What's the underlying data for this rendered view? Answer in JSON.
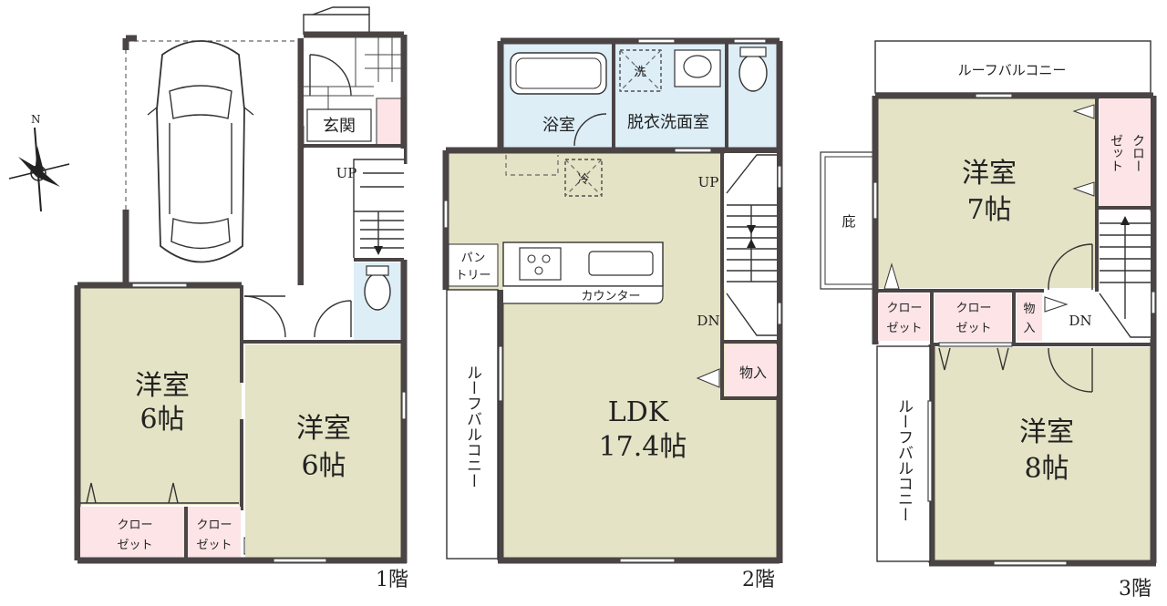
{
  "floor1": {
    "label": "1階",
    "genkan": "玄関",
    "up": "UP",
    "room_a_name": "洋室",
    "room_a_size": "6帖",
    "room_b_name": "洋室",
    "room_b_size": "6帖",
    "closet_a_line1": "クロー",
    "closet_a_line2": "ゼット",
    "closet_b_line1": "クロー",
    "closet_b_line2": "ゼット"
  },
  "floor2": {
    "label": "2階",
    "bath": "浴室",
    "washroom": "脱衣洗面室",
    "washer_mark": "洗",
    "fridge_mark": "冷",
    "pantry_line1": "パン",
    "pantry_line2": "トリー",
    "counter": "カウンター",
    "up": "UP",
    "dn": "DN",
    "storage": "物入",
    "ldk_name": "LDK",
    "ldk_size": "17.4帖",
    "roof_balcony": "ルーフバルコニー"
  },
  "floor3": {
    "label": "3階",
    "roof_balcony_top": "ルーフバルコニー",
    "eave": "庇",
    "room_a_name": "洋室",
    "room_a_size": "7帖",
    "closet_tall_line1": "クロー",
    "closet_tall_line2": "ゼット",
    "closet_c_line1": "クロー",
    "closet_c_line2": "ゼット",
    "closet_d_line1": "クロー",
    "closet_d_line2": "ゼット",
    "storage_line1": "物",
    "storage_line2": "入",
    "dn": "DN",
    "room_b_name": "洋室",
    "room_b_size": "8帖",
    "roof_balcony_side": "ルーフバルコニー"
  },
  "compass": {
    "north": "N"
  }
}
